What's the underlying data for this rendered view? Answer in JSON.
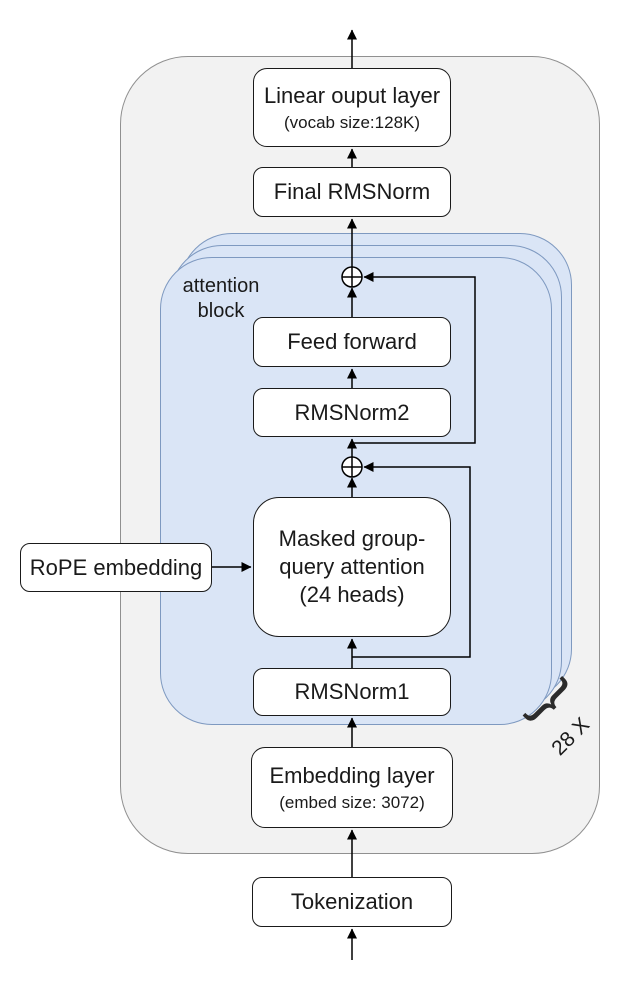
{
  "diagram": {
    "nodes": {
      "linear_output": {
        "label": "Linear ouput layer",
        "sublabel": "(vocab size:128K)"
      },
      "final_rmsnorm": {
        "label": "Final RMSNorm"
      },
      "feed_forward": {
        "label": "Feed forward"
      },
      "masked_attention": {
        "line1": "Masked group-",
        "line2": "query attention",
        "line3": "(24 heads)"
      },
      "rmsnorm2": {
        "label": "RMSNorm2"
      },
      "rmsnorm1": {
        "label": "RMSNorm1"
      },
      "rope": {
        "label": "RoPE embedding"
      },
      "embedding": {
        "label": "Embedding layer",
        "sublabel": "(embed size: 3072)"
      },
      "tokenization": {
        "label": "Tokenization"
      }
    },
    "annotations": {
      "attention_block": {
        "line1": "attention",
        "line2": "block"
      },
      "repeat_label": "28 X",
      "repeat_brace": "}",
      "add_symbol": "⊕"
    },
    "colors": {
      "canvas_bg": "#ffffff",
      "container_fill": "#f2f2f2",
      "container_border": "#909090",
      "attention_fill": "#dae5f6",
      "attention_border": "#7e99c0",
      "node_fill": "#ffffff",
      "node_border": "#1a1a1a",
      "connector": "#000000",
      "text": "#1a1a1a"
    }
  }
}
